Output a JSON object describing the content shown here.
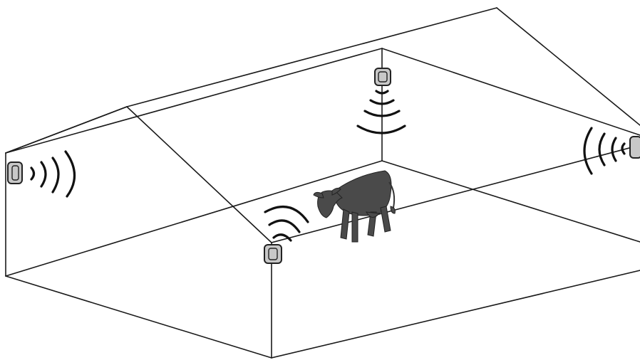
{
  "colors": {
    "line": "#1a1a1a",
    "sensor_fill": "#c8c8c8",
    "cow_fill": "#4a4a4a",
    "background": "#ffffff"
  },
  "scene": {
    "subject": "cow",
    "structure": "barn-wireframe",
    "sensors": [
      {
        "id": "left-wall",
        "signal_direction": "right",
        "wave_count": 3
      },
      {
        "id": "ceiling-center",
        "signal_direction": "down",
        "wave_count": 3
      },
      {
        "id": "right-wall",
        "signal_direction": "left",
        "wave_count": 3
      },
      {
        "id": "front-corner",
        "signal_direction": "up-right",
        "wave_count": 2
      }
    ]
  }
}
